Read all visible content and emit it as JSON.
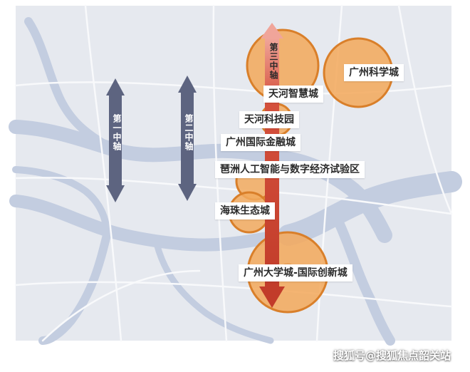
{
  "map": {
    "axes": [
      {
        "id": "axis-1",
        "label": "第一中轴",
        "color": "#5d6480",
        "text_color": "#ffffff"
      },
      {
        "id": "axis-2",
        "label": "第二中轴",
        "color": "#5d6480",
        "text_color": "#ffffff"
      },
      {
        "id": "axis-3",
        "label": "第三中轴",
        "color": "#cf4a33",
        "text_color": "#2a2a2a"
      }
    ],
    "places": [
      {
        "id": "guangzhou-science-city",
        "label": "广州科学城"
      },
      {
        "id": "tianhe-smart-city",
        "label": "天河智慧城"
      },
      {
        "id": "tianhe-tech-park",
        "label": "天河科技园"
      },
      {
        "id": "guangzhou-financial-city",
        "label": "广州国际金融城"
      },
      {
        "id": "pazhou-ai-zone",
        "label": "琶洲人工智能与数字经济试验区"
      },
      {
        "id": "haizhu-eco-city",
        "label": "海珠生态城"
      },
      {
        "id": "university-town",
        "label": "广州大学城-国际创新城"
      }
    ],
    "colors": {
      "land": "#e6e9ef",
      "water": "#c3cde0",
      "road": "#f8f9fb",
      "zone_fill": "#f2aa5e",
      "zone_stroke": "#d97f2a"
    }
  },
  "watermark": "搜狐号@搜狐焦点韶关站"
}
